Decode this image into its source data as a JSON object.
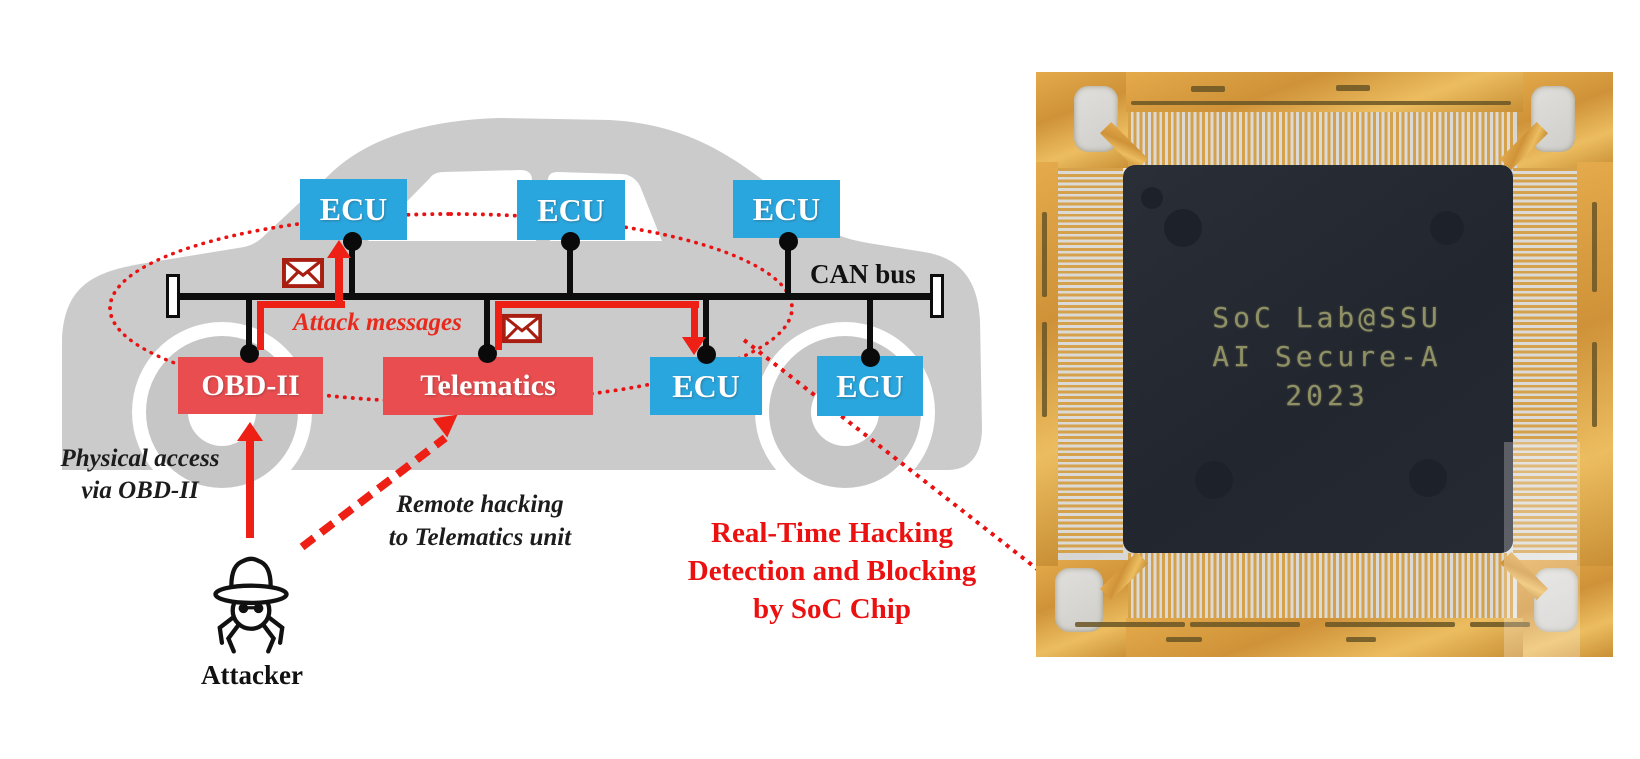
{
  "diagram": {
    "can_bus_label": "CAN bus",
    "attack_messages_label": "Attack messages",
    "ecu_labels": [
      "ECU",
      "ECU",
      "ECU",
      "ECU",
      "ECU"
    ],
    "obd_label": "OBD-II",
    "telematics_label": "Telematics",
    "physical_access": {
      "line1": "Physical access",
      "line2": "via OBD-II"
    },
    "remote_hacking": {
      "line1": "Remote hacking",
      "line2": "to Telematics unit"
    },
    "attacker_label": "Attacker",
    "callout": {
      "line1": "Real-Time Hacking",
      "line2": "Detection and Blocking",
      "line3": "by SoC Chip"
    },
    "colors": {
      "ecu_box_blue": "#2aa6de",
      "attack_box_red": "#ea4d4f",
      "arrow_red": "#ee2015",
      "dotted_red": "#e91212",
      "envelope_dark_red": "#a81f12",
      "callout_text_red": "#ec1111",
      "car_silhouette_gray": "#cbcbcb",
      "bus_black": "#0d0d0d"
    }
  },
  "chip": {
    "die_marking": {
      "line1": "SoC Lab@SSU",
      "line2": "AI Secure-A",
      "line3": "2023"
    },
    "colors": {
      "leadframe_gold": "#d79a3e",
      "die_black": "#242830",
      "marking_text": "#8f9165",
      "photo_background_silver": "#dddddc"
    }
  }
}
